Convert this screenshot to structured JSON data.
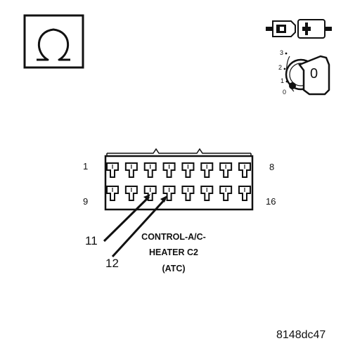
{
  "meter_symbol": "ohm-symbol-icon",
  "ignition_key": {
    "positions": [
      "3",
      "2",
      "1",
      "0"
    ],
    "current": "0"
  },
  "connector": {
    "name_lines": [
      "CONTROL-A/C-",
      "HEATER C2",
      "(ATC)"
    ],
    "pin_labels": {
      "top_left": "1",
      "top_right": "8",
      "bottom_left": "9",
      "bottom_right": "16"
    },
    "cavity_count_per_row": 8,
    "probed_pins": [
      "11",
      "12"
    ]
  },
  "figure_id": "8148dc47"
}
